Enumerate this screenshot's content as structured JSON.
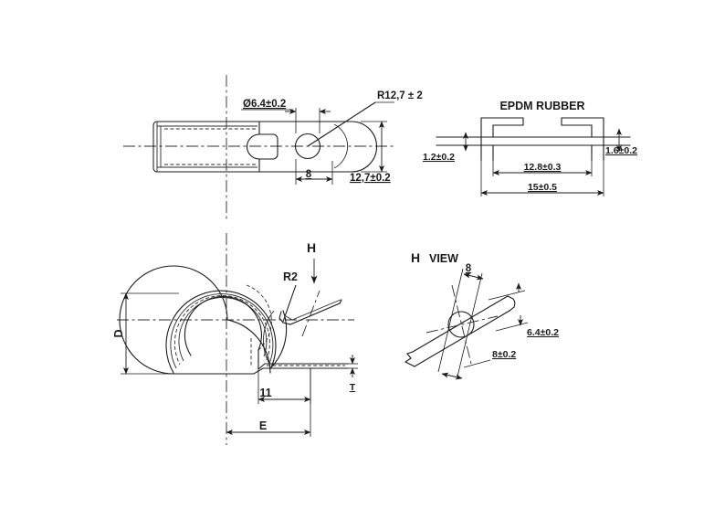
{
  "drawing": {
    "title": "Cable P-Clamp Technical Drawing",
    "background_color": "#ffffff",
    "line_color": "#1a1a1a",
    "views": {
      "top_view": {
        "name": "top-view",
        "dimensions": {
          "hole_diameter": "Ø6.4±0.2",
          "corner_radius": "R12,7 ± 2",
          "hole_offset": "8",
          "width": "12,7±0.2"
        }
      },
      "epdm_section": {
        "name": "epdm-rubber-section",
        "label": "EPDM RUBBER",
        "dimensions": {
          "thickness_left": "1.2±0.2",
          "thickness_right": "1.6±0.2",
          "inner_width": "12.8±0.3",
          "outer_width": "15±0.5"
        }
      },
      "side_view": {
        "name": "side-view",
        "dimensions": {
          "inner_diameter": "D",
          "bend_radius": "R2",
          "material_thickness": "T",
          "leg_length": "11",
          "overall_length": "E"
        },
        "section_arrow": "H"
      },
      "h_view": {
        "name": "h-view-detail",
        "label_letter": "H",
        "label_word": "VIEW",
        "dimensions": {
          "tab_width": "8",
          "hole_diameter": "6.4±0.2",
          "hole_spacing": "8±0.2"
        }
      }
    }
  }
}
